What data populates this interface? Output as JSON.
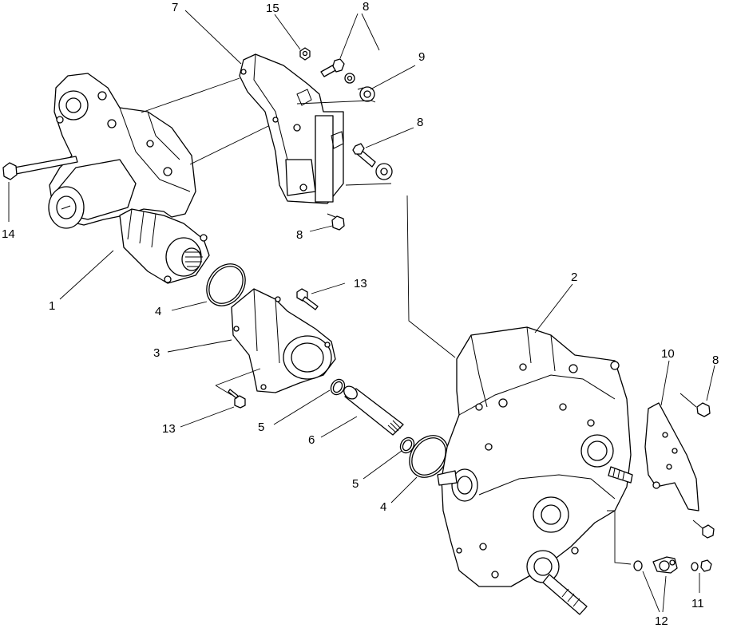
{
  "callouts": {
    "c1": "1",
    "c2": "2",
    "c3": "3",
    "c4a": "4",
    "c4b": "4",
    "c5a": "5",
    "c5b": "5",
    "c6": "6",
    "c7": "7",
    "c8a": "8",
    "c8b": "8",
    "c8c": "8",
    "c8d": "8",
    "c9": "9",
    "c10": "10",
    "c11": "11",
    "c12": "12",
    "c13a": "13",
    "c13b": "13",
    "c14": "14",
    "c15": "15"
  }
}
